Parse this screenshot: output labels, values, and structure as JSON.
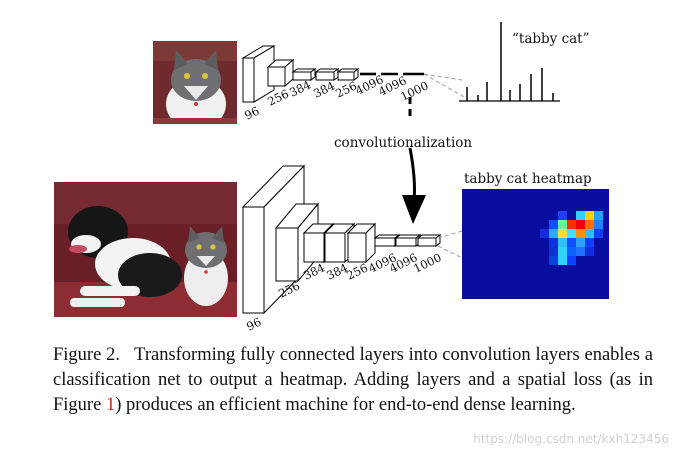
{
  "figure": {
    "top": {
      "layer_labels": [
        "96",
        "256",
        "384",
        "384",
        "256",
        "4096",
        "4096",
        "1000"
      ],
      "output_label": "“tabby cat”"
    },
    "arrow_label": "convolutionalization",
    "bottom": {
      "layer_labels": [
        "96",
        "256",
        "384",
        "384",
        "256",
        "4096",
        "4096",
        "1000"
      ],
      "heatmap_title": "tabby cat heatmap"
    },
    "colors": {
      "heatmap_bg": "#0a0ea0",
      "line": "#000000",
      "dashed": "#9a9a9a"
    }
  },
  "caption": {
    "label": "Figure 2.",
    "text_before_ref": "Transforming fully connected layers into convolution layers enables a classification net to output a heatmap. Adding layers and a spatial loss (as in Figure ",
    "ref": "1",
    "text_after_ref": ") produces an efficient machine for end-to-end dense learning."
  },
  "watermark": "https://blog.csdn.net/kxh123456"
}
